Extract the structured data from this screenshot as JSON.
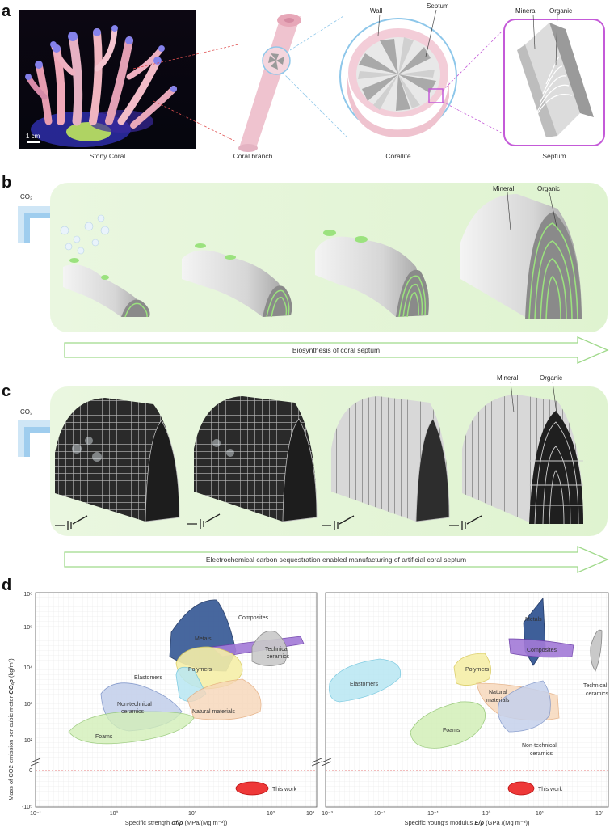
{
  "panel_a": {
    "label": "a",
    "scale_bar": "1 cm",
    "captions": [
      "Stony Coral",
      "Coral branch",
      "Corallite",
      "Septum"
    ],
    "callouts": [
      "Wall",
      "Septum",
      "Mineral",
      "Organic"
    ]
  },
  "panel_b": {
    "label": "b",
    "gas": "CO₂",
    "callouts": [
      "Mineral",
      "Organic"
    ],
    "arrow_text": "Biosynthesis of  coral septum"
  },
  "panel_c": {
    "label": "c",
    "gas": "CO₂",
    "callouts": [
      "Mineral",
      "Organic"
    ],
    "arrow_text": "Electrochemical carbon sequestration enabled manufacturing of artificial coral septum"
  },
  "panel_d": {
    "label": "d",
    "ylabel_main": "Mass of CO2 emission per cubic meter ",
    "ylabel_sym": "CO₂ρ",
    "ylabel_unit": " (kg/m³)",
    "left_xlabel_main": "Specific strength ",
    "left_xlabel_sym": "σf/ρ",
    "left_xlabel_unit": " (MPa/(Mg m⁻³))",
    "right_xlabel_main": "Specific Young's modulus ",
    "right_xlabel_sym": "E/ρ",
    "right_xlabel_unit": " (GPa /(Mg m⁻³))",
    "y_ticks": [
      "10⁶",
      "10⁵",
      "10⁴",
      "10³",
      "10²",
      "0",
      "-10⁵"
    ],
    "left_x_ticks": [
      "10⁻¹",
      "10⁰",
      "10¹",
      "10²",
      "10³"
    ],
    "right_x_ticks": [
      "10⁻³",
      "10⁻²",
      "10⁻¹",
      "10⁰",
      "10¹",
      "10²"
    ],
    "left_labels": {
      "metals": "Metals",
      "composites": "Composites",
      "technical1": "Technical",
      "technical2": "ceramics",
      "polymers": "Polymers",
      "elastomers": "Elastomers",
      "nontech1": "Non-technical",
      "nontech2": "ceramics",
      "natural": "Natural materials",
      "foams": "Foams",
      "thiswork": "This work"
    },
    "right_labels": {
      "metals": "Metals",
      "composites": "Composites",
      "technical1": "Technical",
      "technical2": "ceramics",
      "polymers": "Polymers",
      "elastomers": "Elastomers",
      "natural1": "Natural",
      "natural2": "materials",
      "foams": "Foams",
      "nontech1": "Non-technical",
      "nontech2": "ceramics",
      "thiswork": "This work"
    }
  },
  "colors": {
    "green_band": "#e3f5d6",
    "arrow_green": "#9fd98a",
    "metals": "#3e5f99",
    "composites": "#a37ad8",
    "technical": "#c9c9c9",
    "polymers": "#f6efa8",
    "elastomers": "#b8e7f3",
    "nontech": "#c5d1ec",
    "natural": "#f7d6b8",
    "foams": "#d3efb8",
    "thiswork": "#ee3838",
    "coral_pink": "#efc3cf",
    "highlight_blue": "#8ec7ea",
    "highlight_purple": "#c45ad8"
  }
}
